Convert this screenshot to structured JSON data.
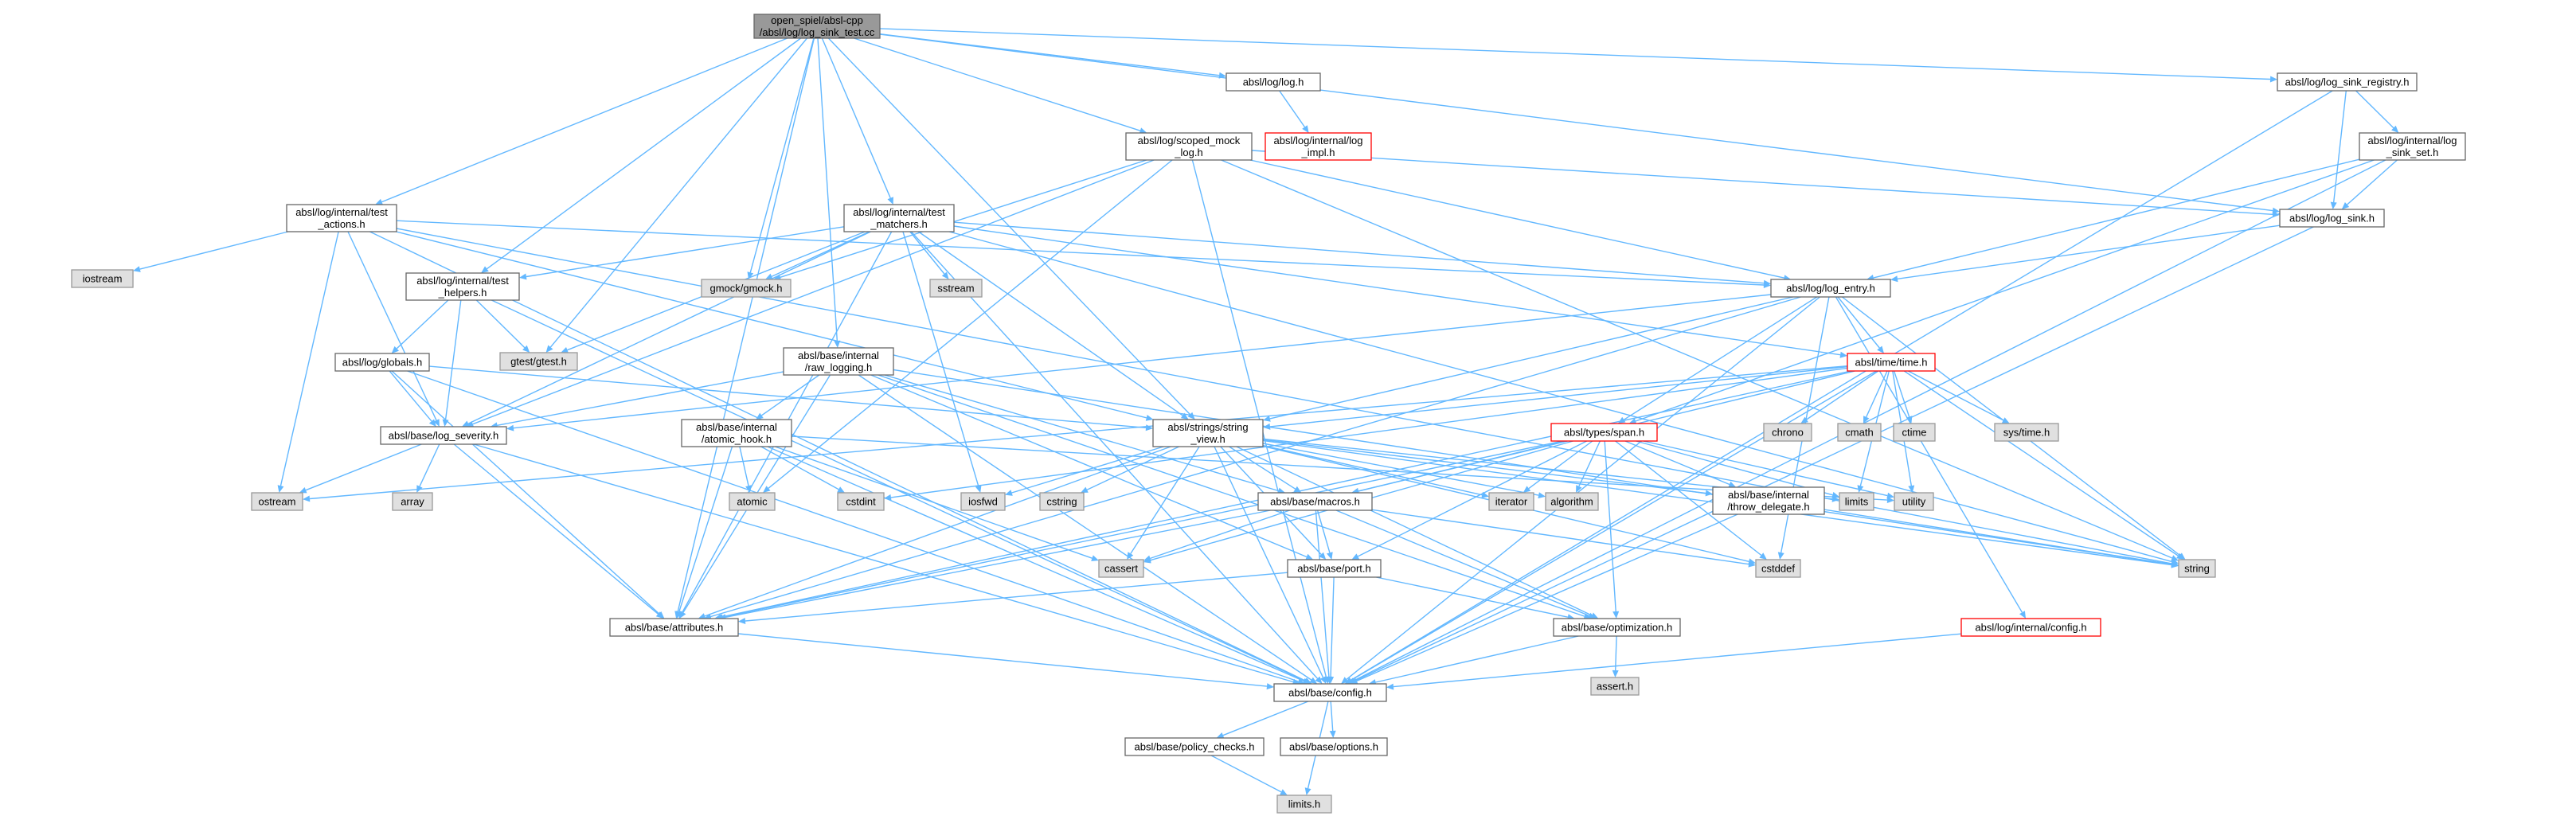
{
  "graph": {
    "title": "open_spiel/absl-cpp/absl/log/log_sink_test.cc",
    "style": {
      "root_fill": "#999999",
      "normal_fill": "#ffffff",
      "normal_border": "#666666",
      "missing_fill": "#e0e0e0",
      "missing_border": "#999999",
      "truncated_border": "#ff0000",
      "edge_color": "#63b8ff"
    },
    "nodes": [
      {
        "id": "root",
        "lines": [
          "open_spiel/absl-cpp",
          "/absl/log/log_sink_test.cc"
        ],
        "kind": "root"
      },
      {
        "id": "log_h",
        "lines": [
          "absl/log/log.h"
        ],
        "kind": "normal"
      },
      {
        "id": "log_impl",
        "lines": [
          "absl/log/internal/log",
          "_impl.h"
        ],
        "kind": "truncated"
      },
      {
        "id": "scoped_mock",
        "lines": [
          "absl/log/scoped_mock",
          "_log.h"
        ],
        "kind": "normal"
      },
      {
        "id": "registry",
        "lines": [
          "absl/log/log_sink_registry.h"
        ],
        "kind": "normal"
      },
      {
        "id": "sink_set",
        "lines": [
          "absl/log/internal/log",
          "_sink_set.h"
        ],
        "kind": "normal"
      },
      {
        "id": "log_sink",
        "lines": [
          "absl/log/log_sink.h"
        ],
        "kind": "normal"
      },
      {
        "id": "test_actions",
        "lines": [
          "absl/log/internal/test",
          "_actions.h"
        ],
        "kind": "normal"
      },
      {
        "id": "test_matchers",
        "lines": [
          "absl/log/internal/test",
          "_matchers.h"
        ],
        "kind": "normal"
      },
      {
        "id": "iostream",
        "lines": [
          "iostream"
        ],
        "kind": "missing"
      },
      {
        "id": "test_helpers",
        "lines": [
          "absl/log/internal/test",
          "_helpers.h"
        ],
        "kind": "normal"
      },
      {
        "id": "gmock",
        "lines": [
          "gmock/gmock.h"
        ],
        "kind": "missing"
      },
      {
        "id": "sstream",
        "lines": [
          "sstream"
        ],
        "kind": "missing"
      },
      {
        "id": "log_entry",
        "lines": [
          "absl/log/log_entry.h"
        ],
        "kind": "normal"
      },
      {
        "id": "gtest",
        "lines": [
          "gtest/gtest.h"
        ],
        "kind": "missing"
      },
      {
        "id": "globals",
        "lines": [
          "absl/log/globals.h"
        ],
        "kind": "normal"
      },
      {
        "id": "raw_logging",
        "lines": [
          "absl/base/internal",
          "/raw_logging.h"
        ],
        "kind": "normal"
      },
      {
        "id": "time_h",
        "lines": [
          "absl/time/time.h"
        ],
        "kind": "truncated"
      },
      {
        "id": "log_severity",
        "lines": [
          "absl/base/log_severity.h"
        ],
        "kind": "normal"
      },
      {
        "id": "atomic_hook",
        "lines": [
          "absl/base/internal",
          "/atomic_hook.h"
        ],
        "kind": "normal"
      },
      {
        "id": "string_view",
        "lines": [
          "absl/strings/string",
          "_view.h"
        ],
        "kind": "normal"
      },
      {
        "id": "span",
        "lines": [
          "absl/types/span.h"
        ],
        "kind": "truncated"
      },
      {
        "id": "chrono",
        "lines": [
          "chrono"
        ],
        "kind": "missing"
      },
      {
        "id": "cmath",
        "lines": [
          "cmath"
        ],
        "kind": "missing"
      },
      {
        "id": "ctime",
        "lines": [
          "ctime"
        ],
        "kind": "missing"
      },
      {
        "id": "systime",
        "lines": [
          "sys/time.h"
        ],
        "kind": "missing"
      },
      {
        "id": "ostream",
        "lines": [
          "ostream"
        ],
        "kind": "missing"
      },
      {
        "id": "array",
        "lines": [
          "array"
        ],
        "kind": "missing"
      },
      {
        "id": "atomic",
        "lines": [
          "atomic"
        ],
        "kind": "missing"
      },
      {
        "id": "cstdint",
        "lines": [
          "cstdint"
        ],
        "kind": "missing"
      },
      {
        "id": "iosfwd",
        "lines": [
          "iosfwd"
        ],
        "kind": "missing"
      },
      {
        "id": "cstring",
        "lines": [
          "cstring"
        ],
        "kind": "missing"
      },
      {
        "id": "macros",
        "lines": [
          "absl/base/macros.h"
        ],
        "kind": "normal"
      },
      {
        "id": "iterator",
        "lines": [
          "iterator"
        ],
        "kind": "missing"
      },
      {
        "id": "algorithm",
        "lines": [
          "algorithm"
        ],
        "kind": "missing"
      },
      {
        "id": "throw_delegate",
        "lines": [
          "absl/base/internal",
          "/throw_delegate.h"
        ],
        "kind": "normal"
      },
      {
        "id": "limits",
        "lines": [
          "limits"
        ],
        "kind": "missing"
      },
      {
        "id": "utility",
        "lines": [
          "utility"
        ],
        "kind": "missing"
      },
      {
        "id": "string",
        "lines": [
          "string"
        ],
        "kind": "missing"
      },
      {
        "id": "cassert",
        "lines": [
          "cassert"
        ],
        "kind": "missing"
      },
      {
        "id": "cstddef",
        "lines": [
          "cstddef"
        ],
        "kind": "missing"
      },
      {
        "id": "port",
        "lines": [
          "absl/base/port.h"
        ],
        "kind": "normal"
      },
      {
        "id": "attributes",
        "lines": [
          "absl/base/attributes.h"
        ],
        "kind": "normal"
      },
      {
        "id": "optimization",
        "lines": [
          "absl/base/optimization.h"
        ],
        "kind": "normal"
      },
      {
        "id": "log_config",
        "lines": [
          "absl/log/internal/config.h"
        ],
        "kind": "truncated"
      },
      {
        "id": "config",
        "lines": [
          "absl/base/config.h"
        ],
        "kind": "normal"
      },
      {
        "id": "asserth",
        "lines": [
          "assert.h"
        ],
        "kind": "missing"
      },
      {
        "id": "policy",
        "lines": [
          "absl/base/policy_checks.h"
        ],
        "kind": "normal"
      },
      {
        "id": "options",
        "lines": [
          "absl/base/options.h"
        ],
        "kind": "normal"
      },
      {
        "id": "limitsh",
        "lines": [
          "limits.h"
        ],
        "kind": "missing"
      }
    ],
    "edges": [
      [
        "root",
        "log_h"
      ],
      [
        "root",
        "scoped_mock"
      ],
      [
        "root",
        "registry"
      ],
      [
        "root",
        "log_sink"
      ],
      [
        "root",
        "test_actions"
      ],
      [
        "root",
        "test_matchers"
      ],
      [
        "root",
        "test_helpers"
      ],
      [
        "root",
        "gmock"
      ],
      [
        "root",
        "gtest"
      ],
      [
        "root",
        "raw_logging"
      ],
      [
        "root",
        "string_view"
      ],
      [
        "root",
        "attributes"
      ],
      [
        "log_h",
        "log_impl"
      ],
      [
        "registry",
        "sink_set"
      ],
      [
        "registry",
        "log_sink"
      ],
      [
        "registry",
        "config"
      ],
      [
        "sink_set",
        "log_sink"
      ],
      [
        "sink_set",
        "log_entry"
      ],
      [
        "sink_set",
        "span"
      ],
      [
        "sink_set",
        "config"
      ],
      [
        "log_sink",
        "log_entry"
      ],
      [
        "log_sink",
        "config"
      ],
      [
        "scoped_mock",
        "gmock"
      ],
      [
        "scoped_mock",
        "log_entry"
      ],
      [
        "scoped_mock",
        "log_sink"
      ],
      [
        "scoped_mock",
        "log_severity"
      ],
      [
        "scoped_mock",
        "atomic"
      ],
      [
        "scoped_mock",
        "string"
      ],
      [
        "scoped_mock",
        "config"
      ],
      [
        "test_actions",
        "iostream"
      ],
      [
        "test_actions",
        "ostream"
      ],
      [
        "test_actions",
        "log_severity"
      ],
      [
        "test_actions",
        "string"
      ],
      [
        "test_actions",
        "log_entry"
      ],
      [
        "test_actions",
        "string_view"
      ],
      [
        "test_actions",
        "config"
      ],
      [
        "test_matchers",
        "gmock"
      ],
      [
        "test_matchers",
        "sstream"
      ],
      [
        "test_matchers",
        "log_entry"
      ],
      [
        "test_matchers",
        "gtest"
      ],
      [
        "test_matchers",
        "test_helpers"
      ],
      [
        "test_matchers",
        "log_severity"
      ],
      [
        "test_matchers",
        "time_h"
      ],
      [
        "test_matchers",
        "string_view"
      ],
      [
        "test_matchers",
        "iosfwd"
      ],
      [
        "test_matchers",
        "string"
      ],
      [
        "test_matchers",
        "attributes"
      ],
      [
        "test_matchers",
        "config"
      ],
      [
        "test_helpers",
        "gtest"
      ],
      [
        "test_helpers",
        "globals"
      ],
      [
        "test_helpers",
        "log_severity"
      ],
      [
        "test_helpers",
        "config"
      ],
      [
        "log_entry",
        "time_h"
      ],
      [
        "log_entry",
        "span"
      ],
      [
        "log_entry",
        "string_view"
      ],
      [
        "log_entry",
        "log_severity"
      ],
      [
        "log_entry",
        "attributes"
      ],
      [
        "log_entry",
        "cstddef"
      ],
      [
        "log_entry",
        "string"
      ],
      [
        "log_entry",
        "config"
      ],
      [
        "log_entry",
        "log_config"
      ],
      [
        "globals",
        "log_severity"
      ],
      [
        "globals",
        "string_view"
      ],
      [
        "globals",
        "attributes"
      ],
      [
        "globals",
        "config"
      ],
      [
        "raw_logging",
        "log_severity"
      ],
      [
        "raw_logging",
        "atomic_hook"
      ],
      [
        "raw_logging",
        "macros"
      ],
      [
        "raw_logging",
        "string"
      ],
      [
        "raw_logging",
        "attributes"
      ],
      [
        "raw_logging",
        "optimization"
      ],
      [
        "raw_logging",
        "port"
      ],
      [
        "raw_logging",
        "config"
      ],
      [
        "time_h",
        "string_view"
      ],
      [
        "time_h",
        "chrono"
      ],
      [
        "time_h",
        "cmath"
      ],
      [
        "time_h",
        "ctime"
      ],
      [
        "time_h",
        "systime"
      ],
      [
        "time_h",
        "string"
      ],
      [
        "time_h",
        "utility"
      ],
      [
        "time_h",
        "limits"
      ],
      [
        "time_h",
        "ostream"
      ],
      [
        "time_h",
        "cstdint"
      ],
      [
        "time_h",
        "macros"
      ],
      [
        "time_h",
        "attributes"
      ],
      [
        "time_h",
        "config"
      ],
      [
        "log_severity",
        "ostream"
      ],
      [
        "log_severity",
        "array"
      ],
      [
        "log_severity",
        "attributes"
      ],
      [
        "log_severity",
        "config"
      ],
      [
        "atomic_hook",
        "atomic"
      ],
      [
        "atomic_hook",
        "cstdint"
      ],
      [
        "atomic_hook",
        "cassert"
      ],
      [
        "atomic_hook",
        "utility"
      ],
      [
        "atomic_hook",
        "attributes"
      ],
      [
        "atomic_hook",
        "config"
      ],
      [
        "string_view",
        "iosfwd"
      ],
      [
        "string_view",
        "cstring"
      ],
      [
        "string_view",
        "macros"
      ],
      [
        "string_view",
        "iterator"
      ],
      [
        "string_view",
        "algorithm"
      ],
      [
        "string_view",
        "throw_delegate"
      ],
      [
        "string_view",
        "limits"
      ],
      [
        "string_view",
        "string"
      ],
      [
        "string_view",
        "cassert"
      ],
      [
        "string_view",
        "cstddef"
      ],
      [
        "string_view",
        "port"
      ],
      [
        "string_view",
        "attributes"
      ],
      [
        "string_view",
        "optimization"
      ],
      [
        "string_view",
        "config"
      ],
      [
        "span",
        "iterator"
      ],
      [
        "span",
        "algorithm"
      ],
      [
        "span",
        "throw_delegate"
      ],
      [
        "span",
        "limits"
      ],
      [
        "span",
        "utility"
      ],
      [
        "span",
        "cassert"
      ],
      [
        "span",
        "cstddef"
      ],
      [
        "span",
        "port"
      ],
      [
        "span",
        "attributes"
      ],
      [
        "span",
        "macros"
      ],
      [
        "span",
        "optimization"
      ],
      [
        "macros",
        "cassert"
      ],
      [
        "macros",
        "cstddef"
      ],
      [
        "macros",
        "port"
      ],
      [
        "macros",
        "attributes"
      ],
      [
        "macros",
        "optimization"
      ],
      [
        "macros",
        "config"
      ],
      [
        "throw_delegate",
        "string"
      ],
      [
        "throw_delegate",
        "config"
      ],
      [
        "port",
        "attributes"
      ],
      [
        "port",
        "optimization"
      ],
      [
        "port",
        "config"
      ],
      [
        "attributes",
        "config"
      ],
      [
        "optimization",
        "asserth"
      ],
      [
        "optimization",
        "config"
      ],
      [
        "log_config",
        "config"
      ],
      [
        "config",
        "policy"
      ],
      [
        "config",
        "options"
      ],
      [
        "config",
        "limitsh"
      ],
      [
        "policy",
        "limitsh"
      ]
    ]
  }
}
